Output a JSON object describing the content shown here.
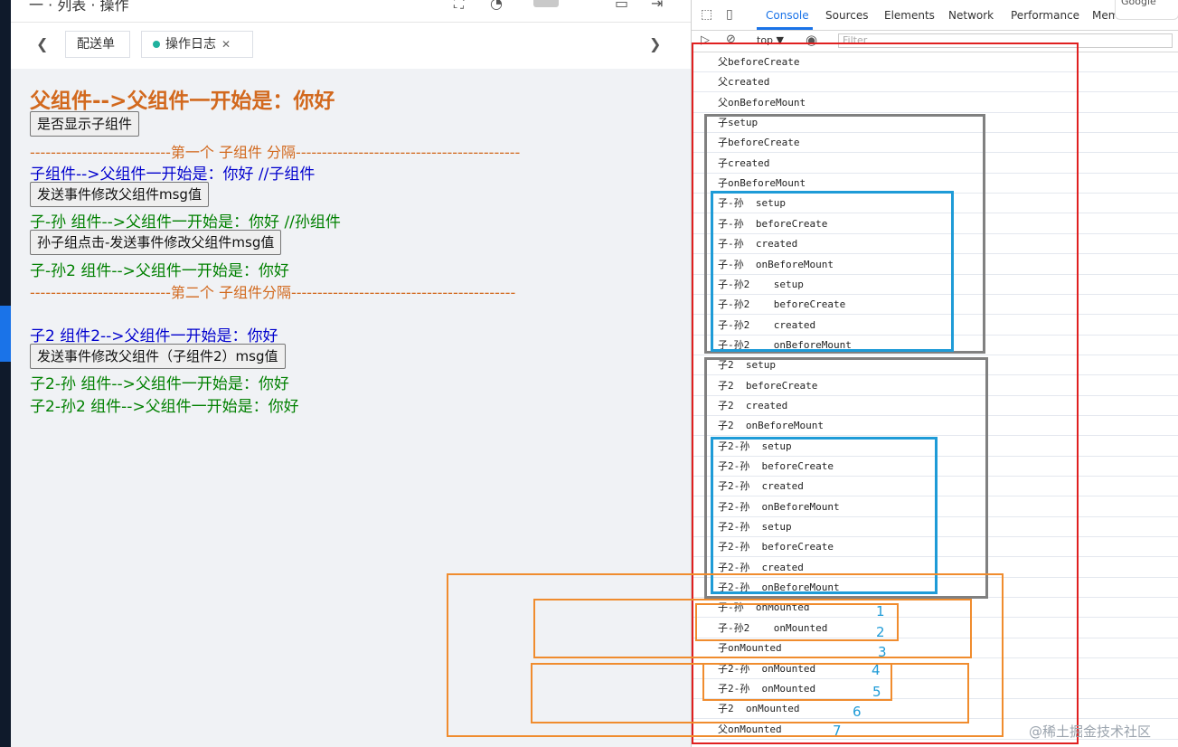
{
  "app": {
    "top_title": "一 · 列表 · 操作",
    "tabs": [
      {
        "label": "配送单",
        "active": false
      },
      {
        "label": "操作日志",
        "active": true
      }
    ],
    "nav_prev_icon": "chevron-left-icon",
    "nav_next_icon": "chevron-right-icon"
  },
  "page": {
    "parent_title": "父组件-->父组件一开始是：你好",
    "toggle_child_button": "是否显示子组件",
    "divider_1": "---------------------------第一个 子组件 分隔-------------------------------------------",
    "child_line": "子组件-->父组件一开始是：你好 //子组件",
    "child_send_button": "发送事件修改父组件msg值",
    "grandchild_line": "子-孙 组件-->父组件一开始是：你好 //孙组件",
    "grandchild_button": "孙子组点击-发送事件修改父组件msg值",
    "grandchild2_line": "子-孙2 组件-->父组件一开始是：你好",
    "divider_2": "---------------------------第二个 子组件分隔-------------------------------------------",
    "child2_line": "子2 组件2-->父组件一开始是：你好",
    "child2_send_button": "发送事件修改父组件（子组件2）msg值",
    "child2_grandchild_line": "子2-孙 组件-->父组件一开始是：你好",
    "child2_grandchild2_line": "子2-孙2 组件-->父组件一开始是：你好"
  },
  "devtools": {
    "tabs": [
      "Console",
      "Sources",
      "Elements",
      "Network",
      "Performance",
      "Mem"
    ],
    "active_tab": "Console",
    "context": "top ▼",
    "filter_placeholder": "Filter",
    "google_popup": "Google",
    "logs": [
      "父beforeCreate",
      "父created",
      "父onBeforeMount",
      "子setup",
      "子beforeCreate",
      "子created",
      "子onBeforeMount",
      "子-孙  setup",
      "子-孙  beforeCreate",
      "子-孙  created",
      "子-孙  onBeforeMount",
      "子-孙2    setup",
      "子-孙2    beforeCreate",
      "子-孙2    created",
      "子-孙2    onBeforeMount",
      "子2  setup",
      "子2  beforeCreate",
      "子2  created",
      "子2  onBeforeMount",
      "子2-孙  setup",
      "子2-孙  beforeCreate",
      "子2-孙  created",
      "子2-孙  onBeforeMount",
      "子2-孙  setup",
      "子2-孙  beforeCreate",
      "子2-孙  created",
      "子2-孙  onBeforeMount",
      "子-孙  onMounted",
      "子-孙2    onMounted",
      "子onMounted",
      "子2-孙  onMounted",
      "子2-孙  onMounted",
      "子2  onMounted",
      "父onMounted"
    ],
    "mount_order_labels": [
      "1",
      "2",
      "3",
      "4",
      "5",
      "6",
      "7"
    ]
  },
  "watermark": "@稀土掘金技术社区",
  "colors": {
    "parent_title": "#d2691e",
    "child_text": "#0000cd",
    "grandchild_text": "#008000",
    "annotation_red": "#e02020",
    "annotation_gray": "#808080",
    "annotation_blue": "#1e9bd7",
    "annotation_orange": "#f08c2e"
  }
}
